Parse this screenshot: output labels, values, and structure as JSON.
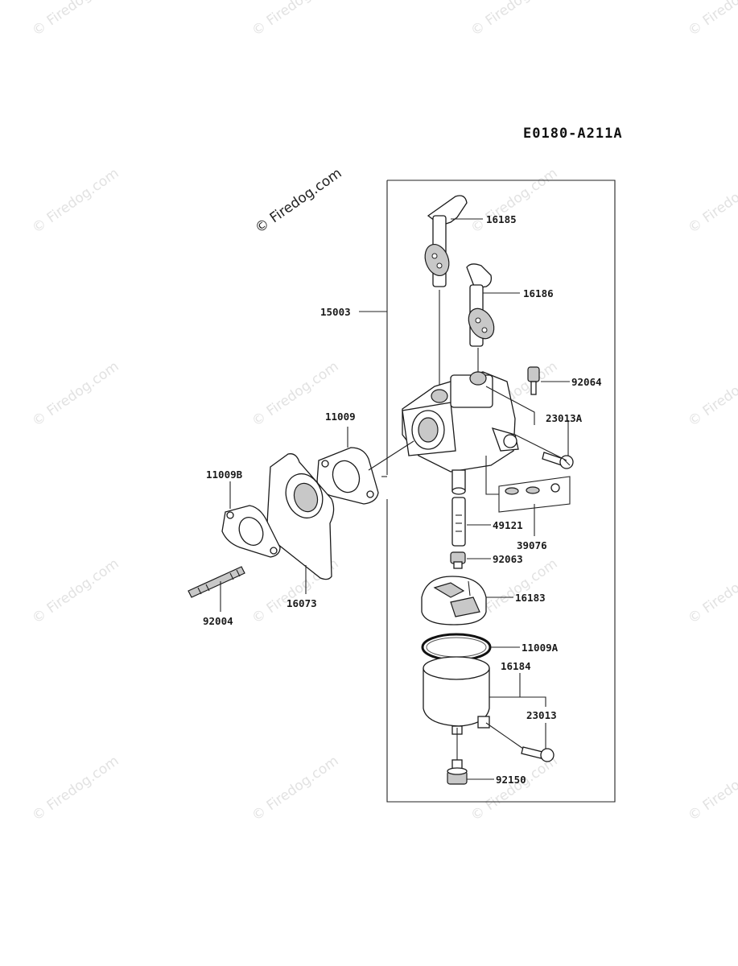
{
  "diagram": {
    "code": "E0180-A211A",
    "watermark_text": "© Firedog.com",
    "watermark_main": "© Firedog.com",
    "labels": {
      "p16185": "16185",
      "p16186": "16186",
      "p15003": "15003",
      "p92064": "92064",
      "p11009": "11009",
      "p23013A": "23013A",
      "p11009B": "11009B",
      "p49121": "49121",
      "p39076": "39076",
      "p92063": "92063",
      "p16183": "16183",
      "p92004": "92004",
      "p16073": "16073",
      "p11009A": "11009A",
      "p16184": "16184",
      "p23013": "23013",
      "p92150": "92150"
    }
  }
}
